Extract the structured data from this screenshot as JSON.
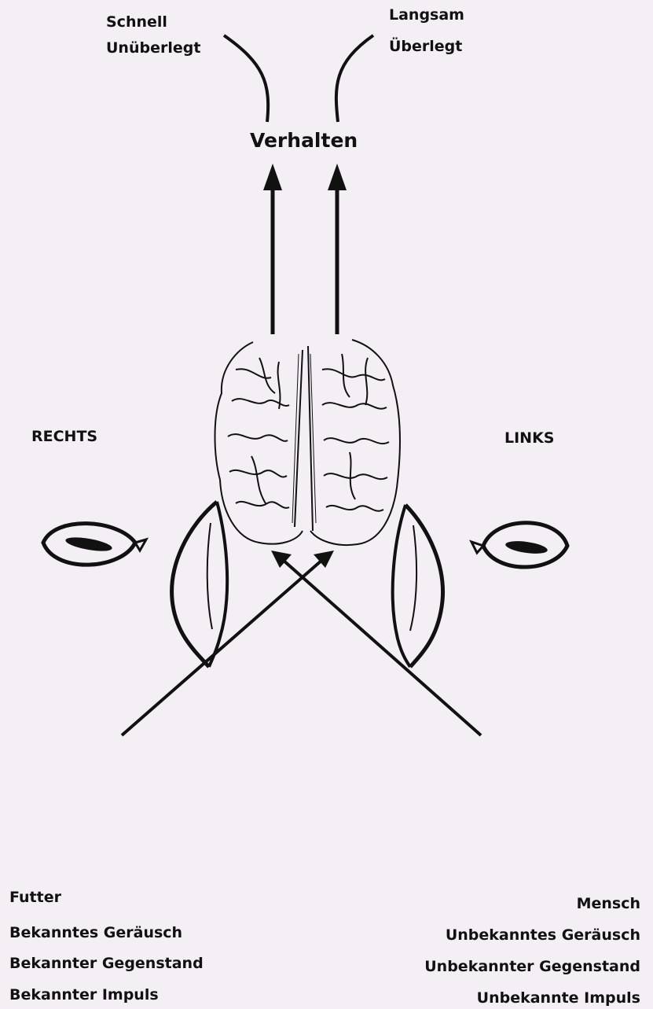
{
  "top": {
    "left": {
      "line1": "Schnell",
      "line2": "Unüberlegt"
    },
    "right": {
      "line1": "Langsam",
      "line2": "Überlegt"
    },
    "center": "Verhalten"
  },
  "sides": {
    "right_hemisphere": "RECHTS",
    "left_hemisphere": "LINKS"
  },
  "bottom_left": {
    "items": [
      "Futter",
      "Bekanntes Geräusch",
      "Bekannter Gegenstand",
      "Bekannter Impuls"
    ]
  },
  "bottom_right": {
    "items": [
      "Mensch",
      "Unbekanntes Geräusch",
      "Unbekannter Gegenstand",
      "Unbekannte Impuls"
    ]
  },
  "colors": {
    "background": "#f4eff4",
    "ink": "#111111"
  }
}
